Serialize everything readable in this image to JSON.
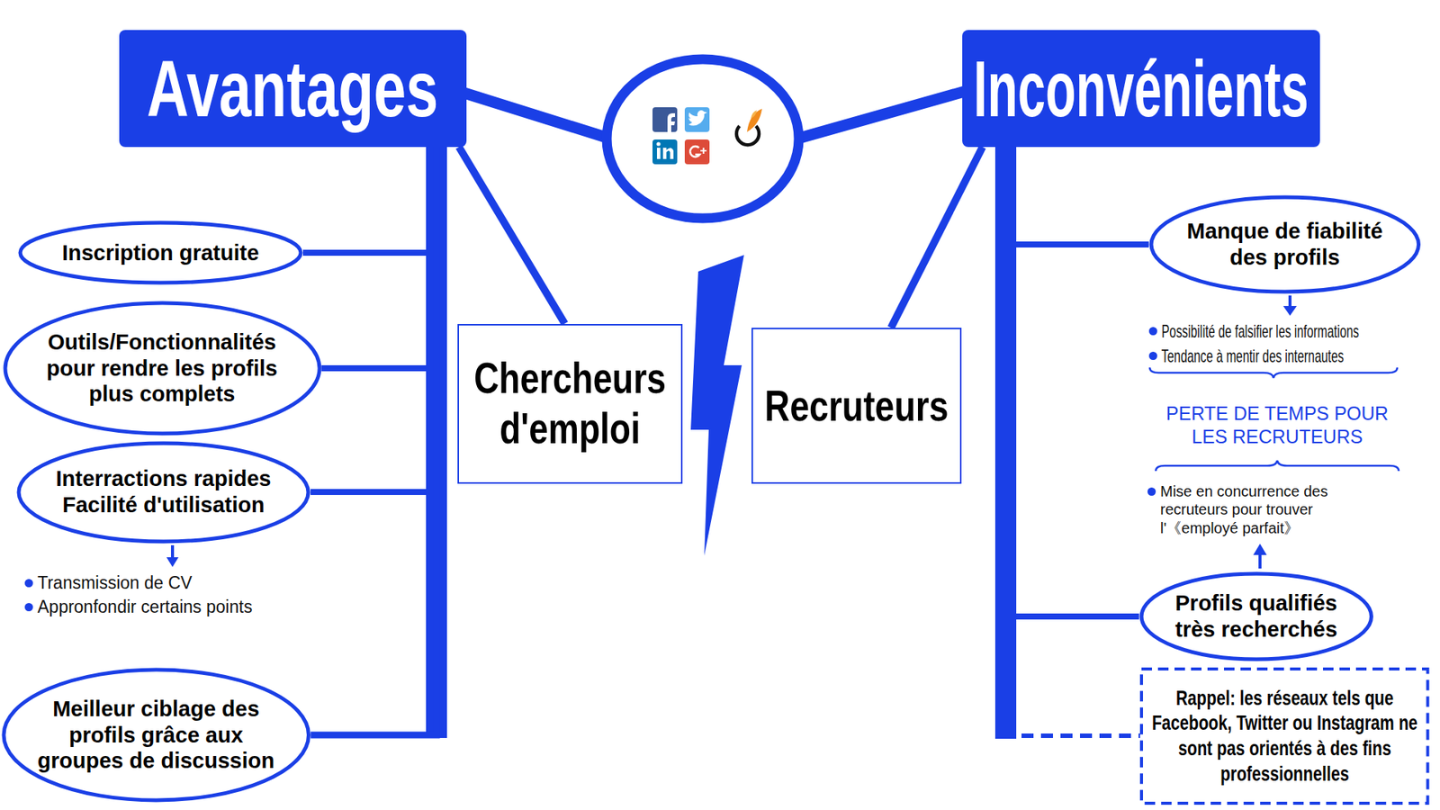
{
  "diagram": {
    "nodes": [
      {
        "text": [
          "Avantages"
        ]
      },
      {
        "text": [
          "Inconvénients"
        ]
      },
      {
        "text": [
          "Inscription gratuite"
        ]
      },
      {
        "text": [
          "Manque de fiabilité des profils"
        ]
      },
      {
        "text": [
          "Outils/Fonctionnalités pour rendre les profils plus complets"
        ]
      },
      {
        "text": [
          "Chercheurs d'emploi"
        ]
      },
      {
        "text": [
          "Recruteurs"
        ]
      },
      {
        "text": [
          "Interractions rapides",
          "Facilité d'utilisation"
        ]
      },
      {
        "text": [
          "Profils qualifiés très recherchés"
        ]
      },
      {
        "text": [
          "Meilleur ciblage des profils grâce aux groupes de discussion"
        ]
      },
      {
        "text": [
          "Rappel: les réseaux tels que Facebook, Twitter ou Instagram ne sont pas orientés à des fins professionnelles"
        ]
      }
    ],
    "edges": [
      {
        "from": 0,
        "to": 5,
        "arrow": "none"
      },
      {
        "from": 0,
        "to": 2,
        "arrow": "none"
      },
      {
        "from": 0,
        "to": 4,
        "arrow": "none"
      },
      {
        "from": 0,
        "to": 7,
        "arrow": "none"
      },
      {
        "from": 0,
        "to": 9,
        "arrow": "none"
      },
      {
        "from": 1,
        "to": 6,
        "arrow": "none"
      },
      {
        "from": 1,
        "to": 3,
        "arrow": "none"
      },
      {
        "from": 1,
        "to": 8,
        "arrow": "none"
      },
      {
        "from": 1,
        "to": 10,
        "arrow": "none"
      }
    ],
    "labels": [
      "Possibilité de falsifier les informations",
      "Tendance à mentir des internautes",
      "PERTE DE TEMPS POUR LES RECRUTEURS",
      "Mise en concurrence des recruteurs pour trouver l'《employé parfait》",
      "Transmission de CV",
      "Appronfondir certains points"
    ]
  }
}
